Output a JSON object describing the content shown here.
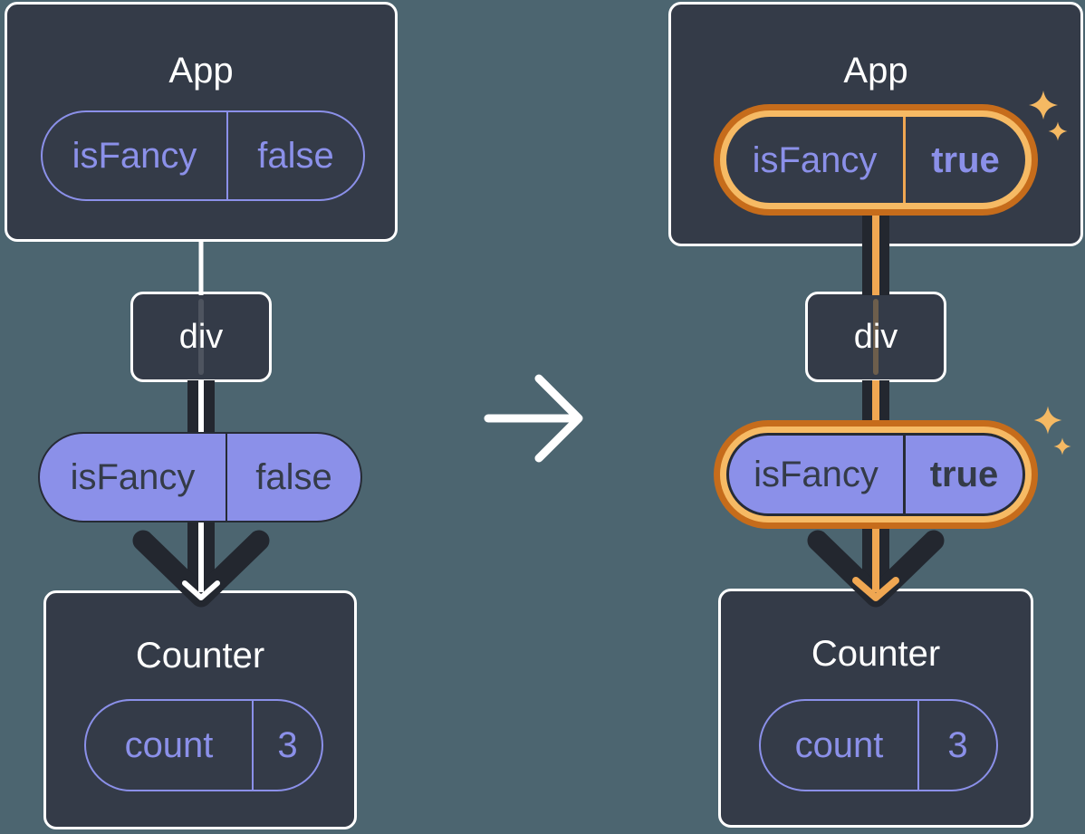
{
  "left_tree": {
    "app": {
      "name": "App",
      "state_key": "isFancy",
      "state_value": "false"
    },
    "middle": {
      "name": "div"
    },
    "prop": {
      "key": "isFancy",
      "value": "false"
    },
    "counter": {
      "name": "Counter",
      "state_key": "count",
      "state_value": "3"
    }
  },
  "right_tree": {
    "app": {
      "name": "App",
      "state_key": "isFancy",
      "state_value": "true"
    },
    "middle": {
      "name": "div"
    },
    "prop": {
      "key": "isFancy",
      "value": "true"
    },
    "counter": {
      "name": "Counter",
      "state_key": "count",
      "state_value": "3"
    }
  },
  "icons": {
    "transition": "arrow-right-icon",
    "highlight": "sparkles-icon"
  },
  "colors": {
    "background": "#4C6570",
    "node_background": "#343B48",
    "node_border": "#FFFFFF",
    "purple": "#8B90E9",
    "dark_ink": "#23272F",
    "orange_dark": "#C66C1B",
    "orange_light": "#F6BA64",
    "orange_line": "#F0A752",
    "sparkle": "#F5B963"
  }
}
